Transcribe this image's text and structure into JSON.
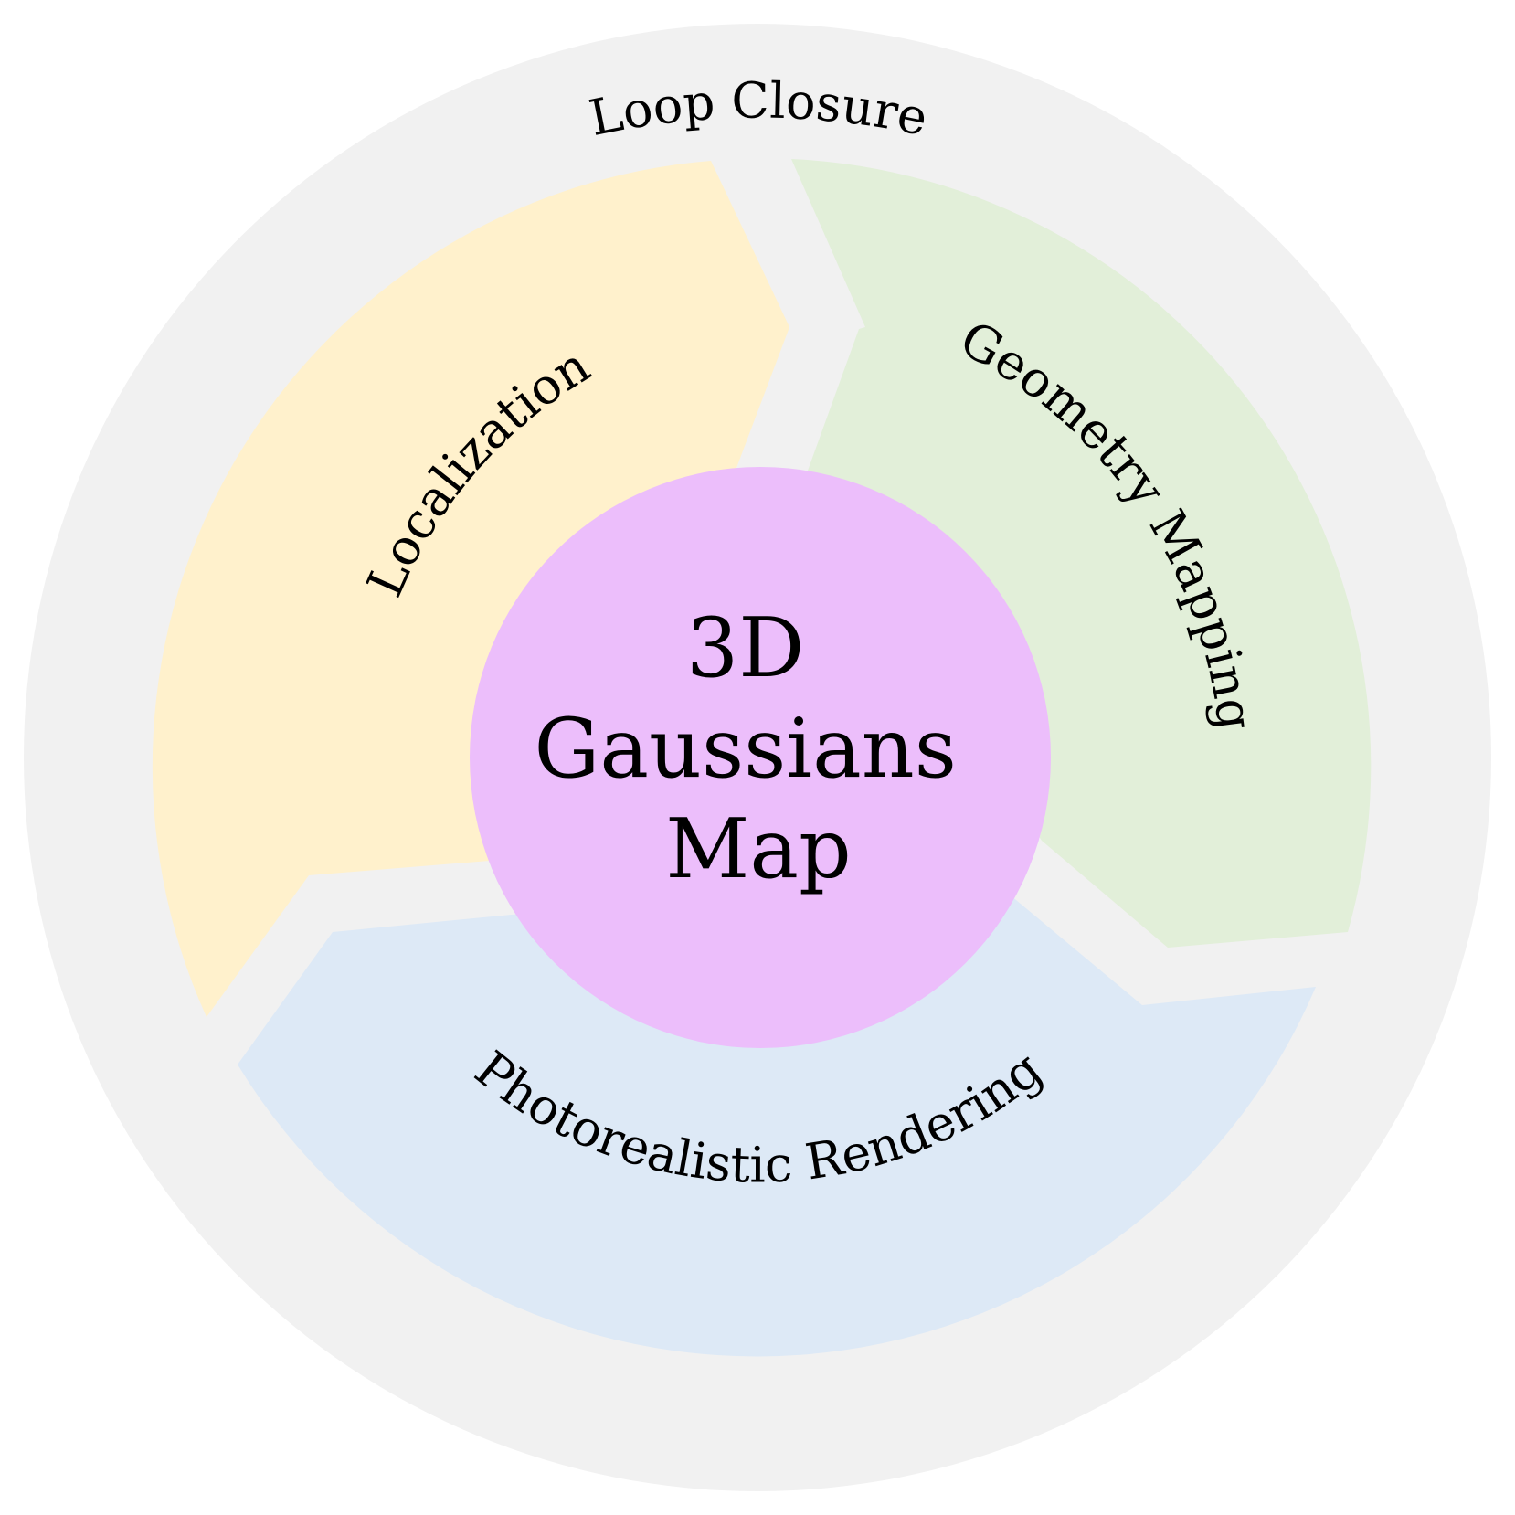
{
  "outer_ring": {
    "label": "Loop Closure",
    "color": "#f1f1f1"
  },
  "segments": [
    {
      "id": "localization",
      "label": "Localization",
      "color": "#fff1cc"
    },
    {
      "id": "geometry-mapping",
      "label": "Geometry Mapping",
      "color": "#e2efd9"
    },
    {
      "id": "photorealistic-rendering",
      "label": "Photorealistic Rendering",
      "color": "#dde9f6"
    }
  ],
  "center": {
    "lines": [
      "3D",
      "Gaussians",
      "Map"
    ],
    "color": "#ecbefb"
  }
}
